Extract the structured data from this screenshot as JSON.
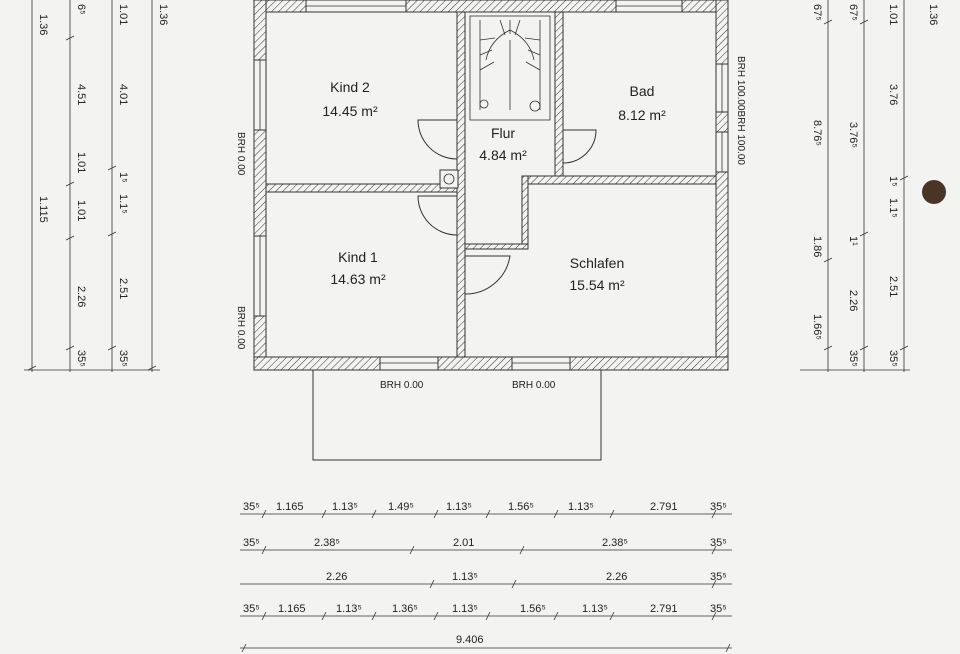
{
  "rooms": [
    {
      "name": "Kind 2",
      "area": "14.45 m²"
    },
    {
      "name": "Bad",
      "area": "8.12 m²"
    },
    {
      "name": "Flur",
      "area": "4.84 m²"
    },
    {
      "name": "Kind 1",
      "area": "14.63 m²"
    },
    {
      "name": "Schlafen",
      "area": "15.54 m²"
    }
  ],
  "brh_labels": {
    "left_top": "BRH 0.00",
    "left_bottom": "BRH 0.00",
    "right": "BRH 100.00BRH 100.00",
    "bottom_left": "BRH 0.00",
    "bottom_right": "BRH 0.00"
  },
  "left_dims": {
    "col1": [
      "1.36"
    ],
    "col2": [
      "6⁵",
      "1.115"
    ],
    "col3": [
      "4.51",
      "1.01",
      "1.01",
      "2.26",
      "35⁵"
    ],
    "col4": [
      "1.01",
      "4.01",
      "1⁵",
      "1.1⁵",
      "2.51",
      "35⁵"
    ],
    "col5": [
      "1.36"
    ]
  },
  "right_dims": {
    "col1": [
      "67⁵",
      "8.76⁵",
      "1.86",
      "1.66⁵"
    ],
    "col2": [
      "67⁵",
      "3.76⁵",
      "1¹",
      "2.26",
      "35⁵"
    ],
    "col3": [
      "1.01",
      "3.76",
      "1.1⁵",
      "1⁵",
      "2.51",
      "35⁵"
    ],
    "col4": [
      "1.36"
    ]
  },
  "bottom_dims": {
    "row1": [
      "35⁵",
      "1.165",
      "1.13⁵",
      "1.49⁵",
      "1.13⁵",
      "1.56⁵",
      "1.13⁵",
      "2.791",
      "35⁵"
    ],
    "row2": [
      "35⁵",
      "2.38⁵",
      "2.01",
      "2.38⁵",
      "35⁵"
    ],
    "row3": [
      "2.26",
      "1.13⁵",
      "2.26",
      "35⁵"
    ],
    "row4": [
      "35⁵",
      "1.165",
      "1.13⁵",
      "1.36⁵",
      "1.13⁵",
      "1.56⁵",
      "1.13⁵",
      "2.791",
      "35⁵"
    ],
    "total": "9.406"
  }
}
